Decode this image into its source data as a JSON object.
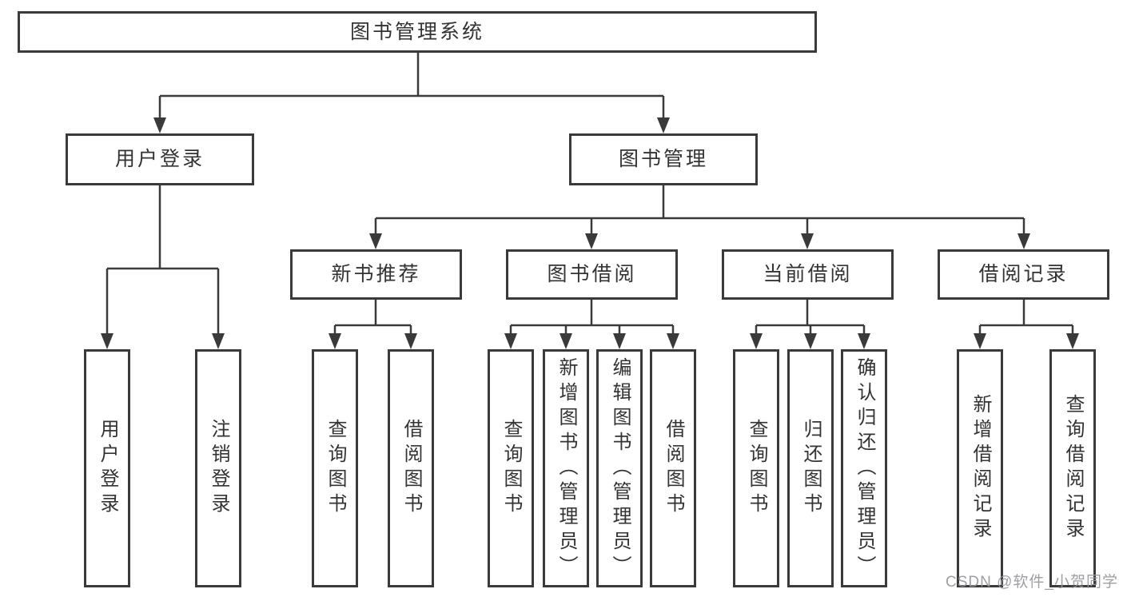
{
  "colors": {
    "background": "#ffffff",
    "box_border": "#3a3a3a",
    "connector": "#3a3a3a",
    "text": "#333333",
    "watermark": "#96969c"
  },
  "diagram": {
    "root": {
      "label": "图书管理系统"
    },
    "user_branch": {
      "label": "用户登录",
      "children": [
        {
          "label": "用户登录"
        },
        {
          "label": "注销登录"
        }
      ]
    },
    "mgmt_branch": {
      "label": "图书管理",
      "groups": [
        {
          "label": "新书推荐",
          "children": [
            {
              "label": "查询图书"
            },
            {
              "label": "借阅图书"
            }
          ]
        },
        {
          "label": "图书借阅",
          "children": [
            {
              "label": "查询图书"
            },
            {
              "label": "新增图书（管理员）"
            },
            {
              "label": "编辑图书（管理员）"
            },
            {
              "label": "借阅图书"
            }
          ]
        },
        {
          "label": "当前借阅",
          "children": [
            {
              "label": "查询图书"
            },
            {
              "label": "归还图书"
            },
            {
              "label": "确认归还（管理员）"
            }
          ]
        },
        {
          "label": "借阅记录",
          "children": [
            {
              "label": "新增借阅记录"
            },
            {
              "label": "查询借阅记录"
            }
          ]
        }
      ]
    }
  },
  "watermark": {
    "text": "CSDN @软件_小贺同学"
  }
}
